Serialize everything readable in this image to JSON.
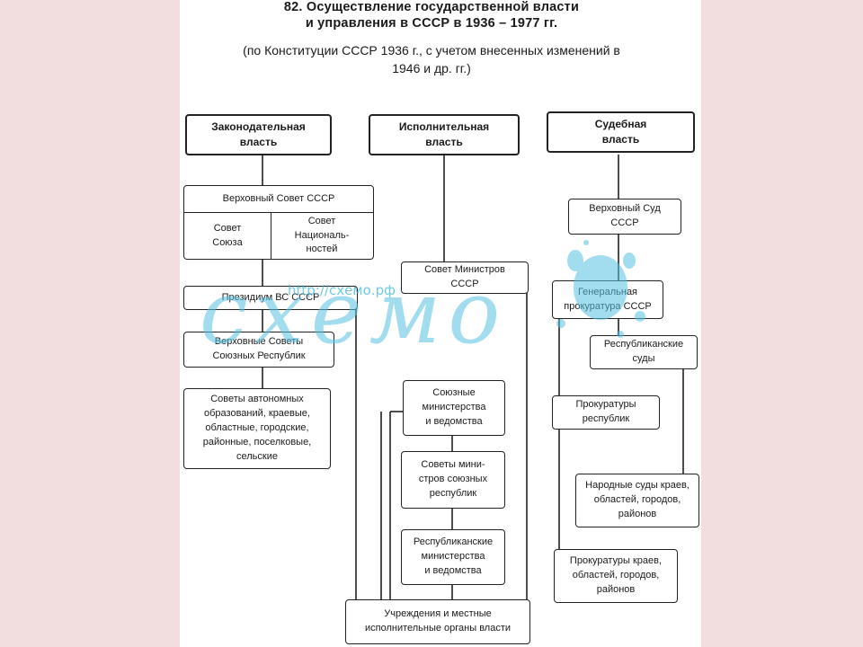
{
  "header": {
    "title_line1": "82. Осуществление государственной власти",
    "title_line2": "и управления в СССР в 1936 – 1977 гг.",
    "subtitle_line1": "(по Конституции СССР 1936 г., с учетом внесенных изменений в",
    "subtitle_line2": "1946 и др. гг.)"
  },
  "legislative": {
    "head_l1": "Законодательная",
    "head_l2": "власть",
    "supreme_soviet": "Верховный Совет СССР",
    "soviet_union_l1": "Совет",
    "soviet_union_l2": "Союза",
    "soviet_nat_l1": "Совет",
    "soviet_nat_l2": "Националь-",
    "soviet_nat_l3": "ностей",
    "presidium": "Президиум ВС СССР",
    "republic_soviets_l1": "Верховные Советы",
    "republic_soviets_l2": "Союзных Республик",
    "local_soviets_l1": "Советы автономных",
    "local_soviets_l2": "образований, краевые,",
    "local_soviets_l3": "областные, городские,",
    "local_soviets_l4": "районные, поселковые,",
    "local_soviets_l5": "сельские"
  },
  "executive": {
    "head_l1": "Исполнительная",
    "head_l2": "власть",
    "council_ministers_l1": "Совет Министров",
    "council_ministers_l2": "СССР",
    "union_ministries_l1": "Союзные",
    "union_ministries_l2": "министерства",
    "union_ministries_l3": "и ведомства",
    "republic_councils_l1": "Советы мини-",
    "republic_councils_l2": "стров союзных",
    "republic_councils_l3": "республик",
    "republic_ministries_l1": "Республиканские",
    "republic_ministries_l2": "министерства",
    "republic_ministries_l3": "и ведомства",
    "local_bodies_l1": "Учреждения и местные",
    "local_bodies_l2": "исполнительные органы власти"
  },
  "judicial": {
    "head_l1": "Судебная",
    "head_l2": "власть",
    "supreme_court_l1": "Верховный Суд",
    "supreme_court_l2": "СССР",
    "prosecutor_general_l1": "Генеральная",
    "prosecutor_general_l2": "прокуратура СССР",
    "republic_courts_l1": "Республиканские",
    "republic_courts_l2": "суды",
    "republic_prosecutors_l1": "Прокуратуры",
    "republic_prosecutors_l2": "республик",
    "peoples_courts_l1": "Народные суды краев,",
    "peoples_courts_l2": "областей, городов,",
    "peoples_courts_l3": "районов",
    "regional_prosecutors_l1": "Прокуратуры краев,",
    "regional_prosecutors_l2": "областей, городов,",
    "regional_prosecutors_l3": "районов"
  },
  "watermark": {
    "url": "http://схемо.рф",
    "word": "схемо"
  }
}
